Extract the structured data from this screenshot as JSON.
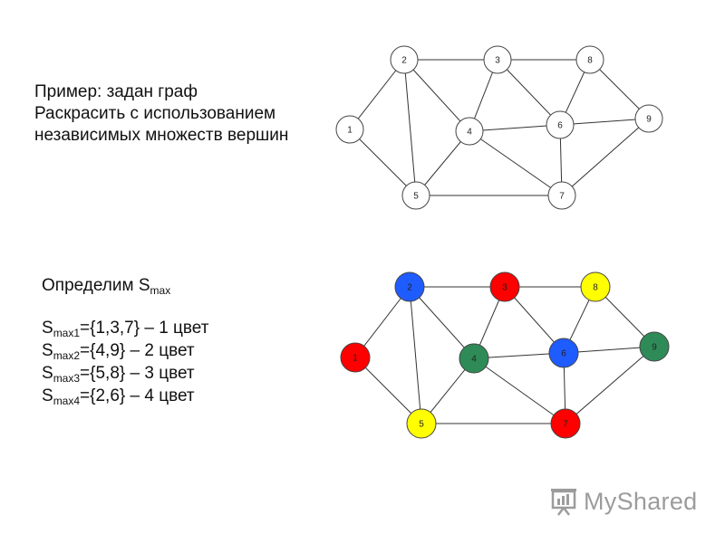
{
  "intro": {
    "lines": [
      "Пример: задан граф",
      "Раскрасить с использованием",
      "независимых множеств вершин"
    ]
  },
  "smax": {
    "heading_prefix": "Определим",
    "heading_symbol": "S",
    "heading_subscript": "max",
    "rows": [
      {
        "symbol": "S",
        "sub": "max1",
        "text": "={1,3,7} – 1 цвет"
      },
      {
        "symbol": "S",
        "sub": "max2",
        "text": "={4,9} – 2 цвет"
      },
      {
        "symbol": "S",
        "sub": "max3",
        "text": "={5,8} – 3 цвет"
      },
      {
        "symbol": "S",
        "sub": "max4",
        "text": "={2,6} – 4 цвет"
      }
    ]
  },
  "graph": {
    "nodes": [
      "1",
      "2",
      "3",
      "4",
      "5",
      "6",
      "7",
      "8",
      "9"
    ],
    "edges": [
      [
        "1",
        "2"
      ],
      [
        "1",
        "5"
      ],
      [
        "2",
        "3"
      ],
      [
        "2",
        "4"
      ],
      [
        "2",
        "5"
      ],
      [
        "3",
        "8"
      ],
      [
        "3",
        "4"
      ],
      [
        "3",
        "6"
      ],
      [
        "8",
        "6"
      ],
      [
        "8",
        "9"
      ],
      [
        "4",
        "5"
      ],
      [
        "4",
        "6"
      ],
      [
        "4",
        "7"
      ],
      [
        "6",
        "7"
      ],
      [
        "6",
        "9"
      ],
      [
        "5",
        "7"
      ],
      [
        "7",
        "9"
      ]
    ]
  },
  "coloring": {
    "palette": {
      "red": "#ff0000",
      "green": "#2e8b57",
      "yellow": "#ffff00",
      "blue": "#1f5cff",
      "uncolored": "#ffffff"
    },
    "node_colors": {
      "1": "red",
      "3": "red",
      "7": "red",
      "4": "green",
      "9": "green",
      "5": "yellow",
      "8": "yellow",
      "2": "blue",
      "6": "blue"
    }
  },
  "watermark": {
    "text": "MyShared",
    "icon": "presentation-board-icon"
  }
}
